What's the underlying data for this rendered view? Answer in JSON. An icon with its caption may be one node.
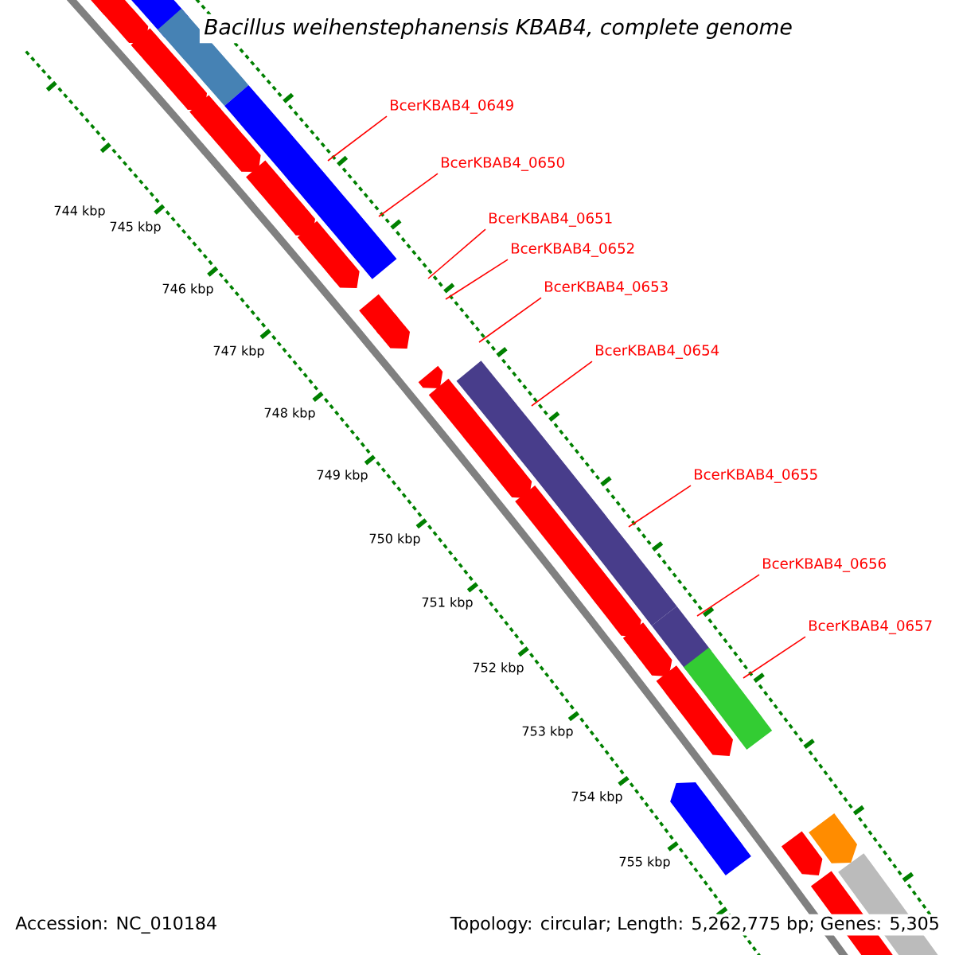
{
  "diagram": {
    "title": "Bacillus weihenstephanensis KBAB4, complete genome",
    "nodes": [
      {
        "text": [
          "BcerKBAB4_0649"
        ]
      },
      {
        "text": [
          "BcerKBAB4_0650"
        ]
      },
      {
        "text": [
          "BcerKBAB4_0651"
        ]
      },
      {
        "text": [
          "BcerKBAB4_0652"
        ]
      },
      {
        "text": [
          "BcerKBAB4_0653"
        ]
      },
      {
        "text": [
          "BcerKBAB4_0654"
        ]
      },
      {
        "text": [
          "BcerKBAB4_0655"
        ]
      },
      {
        "text": [
          "BcerKBAB4_0656"
        ]
      },
      {
        "text": [
          "BcerKBAB4_0657"
        ]
      }
    ],
    "edges": [
      {
        "from": 0,
        "to": null,
        "arrow": "none"
      },
      {
        "from": 1,
        "to": null,
        "arrow": "none"
      },
      {
        "from": 2,
        "to": null,
        "arrow": "none"
      },
      {
        "from": 3,
        "to": null,
        "arrow": "none"
      },
      {
        "from": 4,
        "to": null,
        "arrow": "none"
      },
      {
        "from": 5,
        "to": null,
        "arrow": "none"
      },
      {
        "from": 6,
        "to": null,
        "arrow": "none"
      },
      {
        "from": 7,
        "to": null,
        "arrow": "none"
      },
      {
        "from": 8,
        "to": null,
        "arrow": "none"
      }
    ],
    "labels": [
      "744 kbp",
      "745 kbp",
      "746 kbp",
      "747 kbp",
      "748 kbp",
      "749 kbp",
      "750 kbp",
      "751 kbp",
      "752 kbp",
      "753 kbp",
      "754 kbp",
      "755 kbp",
      "Accession: NC_010184",
      "Topology: circular; Length: 5,262,775 bp; Genes: 5,305"
    ]
  }
}
